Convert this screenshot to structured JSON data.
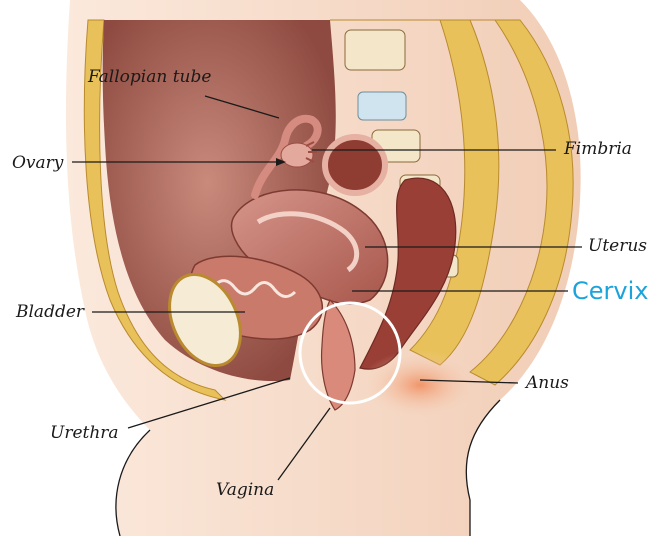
{
  "labels": {
    "fallopian_tube": "Fallopian tube",
    "ovary": "Ovary",
    "fimbria": "Fimbria",
    "uterus": "Uterus",
    "cervix": "Cervix",
    "bladder": "Bladder",
    "anus": "Anus",
    "urethra": "Urethra",
    "vagina": "Vagina"
  },
  "colors": {
    "label_text": "#1a1a1a",
    "highlight_label": "#1ba3dc",
    "highlight_circle": "#ffffff",
    "skin": "#f6dcc8",
    "tissue": "#b85a4f",
    "fat": "#e8c15a"
  }
}
